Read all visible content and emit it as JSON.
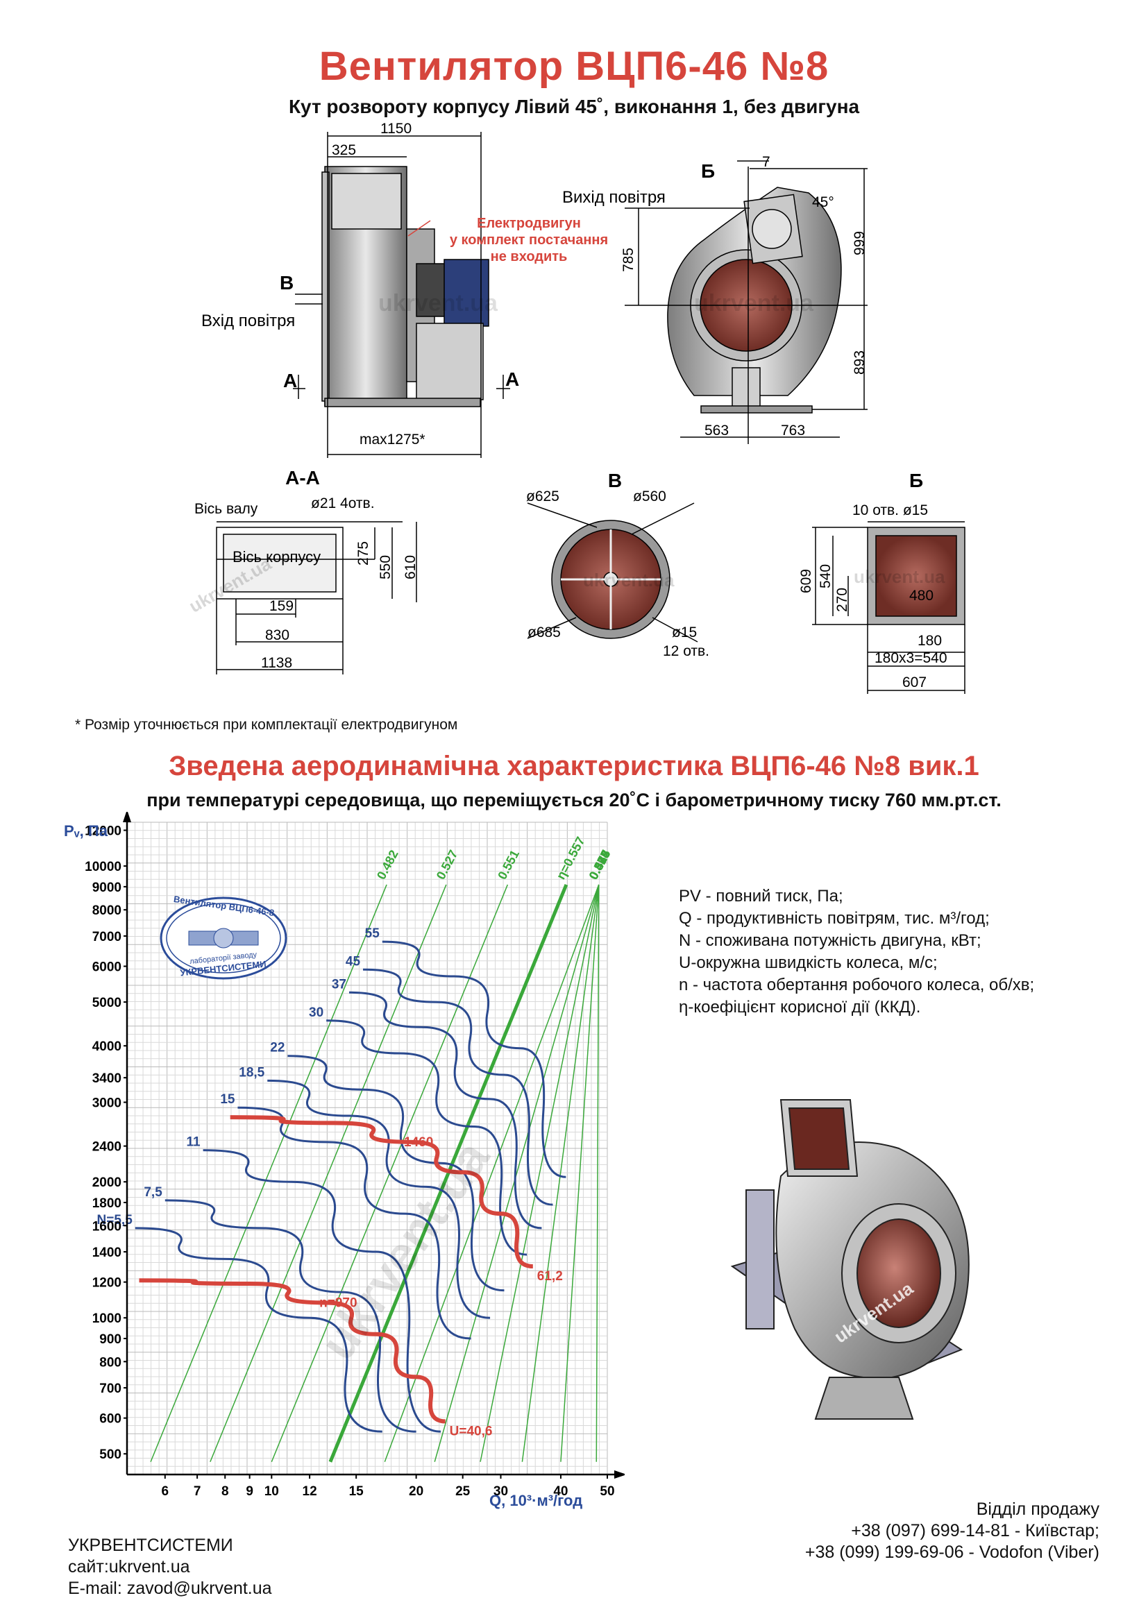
{
  "header": {
    "title": "Вентилятор  ВЦП6-46 №8",
    "subtitle": "Кут розвороту корпусу Лівий 45˚, виконання 1, без двигуна"
  },
  "drawing_side": {
    "dim_total_width": "1150",
    "dim_inlet": "325",
    "motor_note": [
      "Електродвигун",
      "у комплект постачання",
      "не входить"
    ],
    "label_B": "В",
    "label_A_left": "А",
    "label_A_right": "А",
    "air_in": "Вхід повітря",
    "dim_max": "max1275*"
  },
  "drawing_front": {
    "label_B": "Б",
    "dim_7": "7",
    "air_out": "Вихід повітря",
    "angle": "45°",
    "dim_785": "785",
    "dim_999": "999",
    "dim_893": "893",
    "dim_563": "563",
    "dim_763": "763"
  },
  "section_AA": {
    "title": "А-А",
    "shaft_axis": "Вісь валу",
    "holes": "ø21 4отв.",
    "body_axis": "Вісь корпусу",
    "dim_275": "275",
    "dim_550": "550",
    "dim_610": "610",
    "dim_159": "159",
    "dim_830": "830",
    "dim_1138": "1138"
  },
  "section_B": {
    "title": "В",
    "d625": "ø625",
    "d560": "ø560",
    "d685": "ø685",
    "d15": "ø15",
    "holes": "12 отв."
  },
  "section_Bb": {
    "title": "Б",
    "holes": "10 отв. ø15",
    "dim_609": "609",
    "dim_540": "540",
    "dim_270": "270",
    "dim_480": "480",
    "dim_180": "180",
    "dim_180x3": "180x3=540",
    "dim_607": "607"
  },
  "watermark": "ukrvent.ua",
  "note": "* Розмір уточнюється при комплектації електродвигуном",
  "chart_heading": "Зведена аеродинамічна характеристика ВЦП6-46 №8 вик.1",
  "chart_subheading": "при температурі середовища, що переміщується 20˚С і барометричному тиску 760 мм.рт.ст.",
  "stamp": {
    "line1": "Вентилятор ВЦП6-46-8",
    "line2": "лабораторії заводу",
    "line3": "УКРВЕНТСИСТЕМИ"
  },
  "legend": [
    "PV - повний тиск, Па;",
    "Q - продуктивність повітрям, тис. м³/год;",
    "N - споживана потужність двигуна, кВт;",
    "U-окружна швидкість колеса, м/с;",
    "n - частота обертання робочого колеса, об/хв;",
    "η-коефіцієнт корисної дії (ККД)."
  ],
  "chart_data": {
    "type": "line",
    "xlabel": "Q, 10³·м³/год",
    "ylabel": "Pᵥ, Па",
    "xscale": "log",
    "yscale": "log",
    "xlim": [
      5,
      50
    ],
    "ylim": [
      450,
      12500
    ],
    "x_ticks": [
      6,
      7,
      8,
      9,
      10,
      12,
      15,
      20,
      25,
      30,
      40,
      50
    ],
    "y_ticks": [
      500,
      600,
      700,
      800,
      900,
      1000,
      1200,
      1400,
      1600,
      1800,
      2000,
      2400,
      3000,
      3400,
      4000,
      5000,
      6000,
      7000,
      8000,
      9000,
      10000,
      12000
    ],
    "grid": true,
    "power_curves": [
      {
        "label": "N=5,5",
        "points": [
          [
            5.2,
            1580
          ],
          [
            8,
            1350
          ],
          [
            12,
            1000
          ],
          [
            17,
            560
          ]
        ]
      },
      {
        "label": "7,5",
        "points": [
          [
            6,
            1820
          ],
          [
            9.5,
            1580
          ],
          [
            14,
            1140
          ],
          [
            20,
            560
          ]
        ]
      },
      {
        "label": "11",
        "points": [
          [
            7.2,
            2350
          ],
          [
            11,
            2000
          ],
          [
            16.5,
            1400
          ],
          [
            22.5,
            560
          ]
        ]
      },
      {
        "label": "15",
        "points": [
          [
            8.5,
            2920
          ],
          [
            13,
            2450
          ],
          [
            19,
            1700
          ],
          [
            26,
            900
          ]
        ]
      },
      {
        "label": "18,5",
        "points": [
          [
            9.8,
            3350
          ],
          [
            14.5,
            2800
          ],
          [
            21,
            1950
          ],
          [
            28.5,
            1000
          ]
        ]
      },
      {
        "label": "22",
        "points": [
          [
            10.8,
            3800
          ],
          [
            15.5,
            3200
          ],
          [
            22.5,
            2200
          ],
          [
            30.5,
            1150
          ]
        ]
      },
      {
        "label": "30",
        "points": [
          [
            13,
            4550
          ],
          [
            18.5,
            3850
          ],
          [
            26.5,
            2650
          ],
          [
            34,
            1380
          ]
        ]
      },
      {
        "label": "37",
        "points": [
          [
            14.5,
            5250
          ],
          [
            20.5,
            4400
          ],
          [
            28.5,
            3050
          ],
          [
            36.5,
            1580
          ]
        ]
      },
      {
        "label": "45",
        "points": [
          [
            15.5,
            5900
          ],
          [
            22,
            5000
          ],
          [
            30.5,
            3450
          ],
          [
            38.5,
            1780
          ]
        ]
      },
      {
        "label": "55",
        "points": [
          [
            17,
            6800
          ],
          [
            24,
            5700
          ],
          [
            33,
            3950
          ],
          [
            41,
            2050
          ]
        ]
      }
    ],
    "speed_curves": [
      {
        "label": "n=970",
        "value_label": "U=40,6",
        "points": [
          [
            5.3,
            1210
          ],
          [
            9,
            1190
          ],
          [
            13,
            1080
          ],
          [
            16.5,
            920
          ],
          [
            20,
            740
          ],
          [
            23,
            590
          ]
        ]
      },
      {
        "label": "1460",
        "value_label": "61,2",
        "points": [
          [
            8.2,
            2780
          ],
          [
            13.5,
            2700
          ],
          [
            19.5,
            2450
          ],
          [
            25,
            2100
          ],
          [
            30,
            1700
          ],
          [
            35,
            1300
          ]
        ]
      }
    ],
    "efficiency_lines": [
      "0.482",
      "0.527",
      "0.551",
      "η=0.557",
      "0.516",
      "0.483",
      "0.453",
      "0.417",
      "0.375",
      "0.324"
    ]
  },
  "footer_left": [
    "УКРВЕНТСИСТЕМИ",
    "сайт:ukrvent.ua",
    "E-mail: zavod@ukrvent.ua"
  ],
  "footer_right": [
    "Відділ продажу",
    "+38 (097) 699-14-81 - Київстар;",
    "+38 (099) 199-69-06 - Vodofon (Viber)"
  ]
}
